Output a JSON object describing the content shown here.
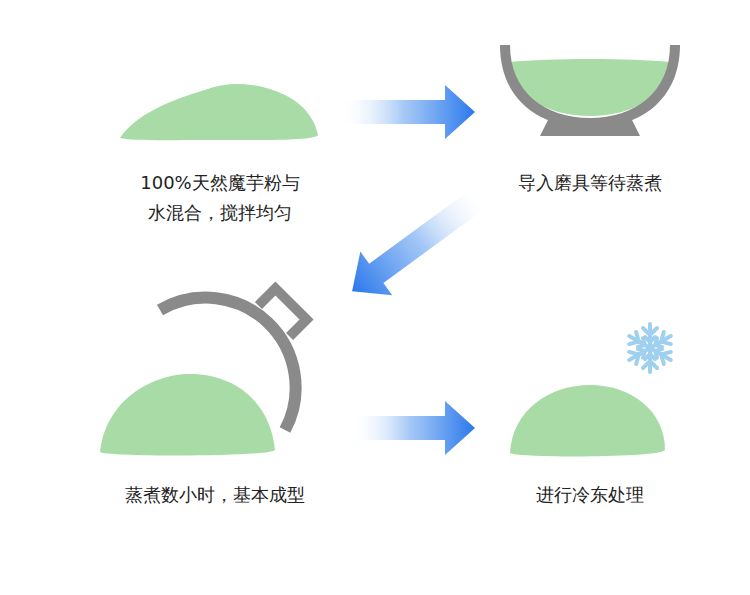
{
  "diagram": {
    "nodes": [
      {
        "text": [
          "100%天然魔芋粉与 水混合，搅拌均匀"
        ]
      },
      {
        "text": [
          "导入磨具等待蒸煮"
        ]
      },
      {
        "text": [
          "蒸煮数小时，基本成型"
        ]
      },
      {
        "text": [
          "进行冷东处理"
        ]
      }
    ],
    "edges": [
      {
        "from": 0,
        "to": 1,
        "arrow": "to"
      },
      {
        "from": 1,
        "to": 2,
        "arrow": "to"
      },
      {
        "from": 2,
        "to": 3,
        "arrow": "to"
      }
    ]
  }
}
